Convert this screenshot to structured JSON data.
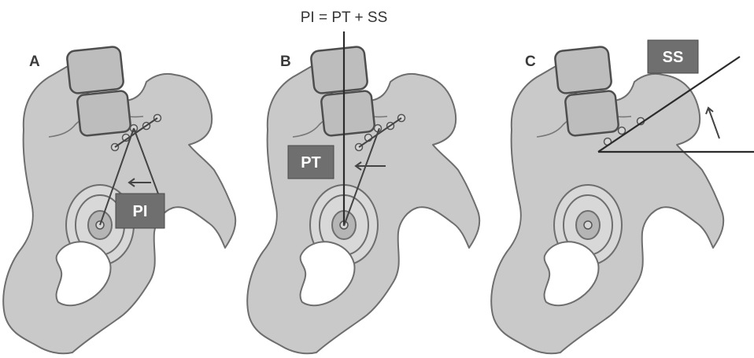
{
  "formula": "PI = PT + SS",
  "panels": [
    {
      "letter": "A",
      "label": "PI"
    },
    {
      "letter": "B",
      "label": "PT"
    },
    {
      "letter": "C",
      "label": "SS"
    }
  ]
}
